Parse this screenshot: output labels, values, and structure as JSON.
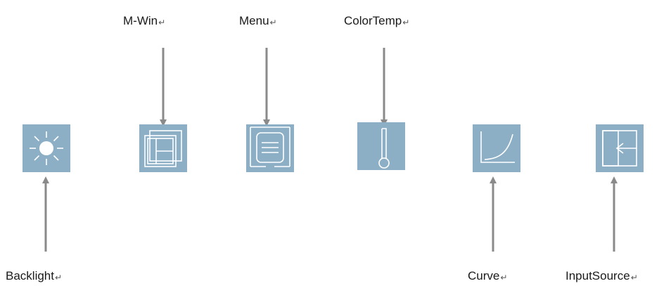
{
  "colors": {
    "tile": "#8cafc6",
    "tile_line": "#ffffff",
    "arrow": "#8a8a8a",
    "label_text": "#1a1a1a"
  },
  "return_mark": "↵",
  "labels": {
    "m_win": "M-Win",
    "menu": "Menu",
    "color_temp": "ColorTemp",
    "backlight": "Backlight",
    "curve": "Curve",
    "input_source": "InputSource"
  },
  "icons": [
    {
      "name": "backlight-icon"
    },
    {
      "name": "m-win-icon"
    },
    {
      "name": "menu-icon"
    },
    {
      "name": "color-temp-icon"
    },
    {
      "name": "curve-icon"
    },
    {
      "name": "input-source-icon"
    }
  ]
}
